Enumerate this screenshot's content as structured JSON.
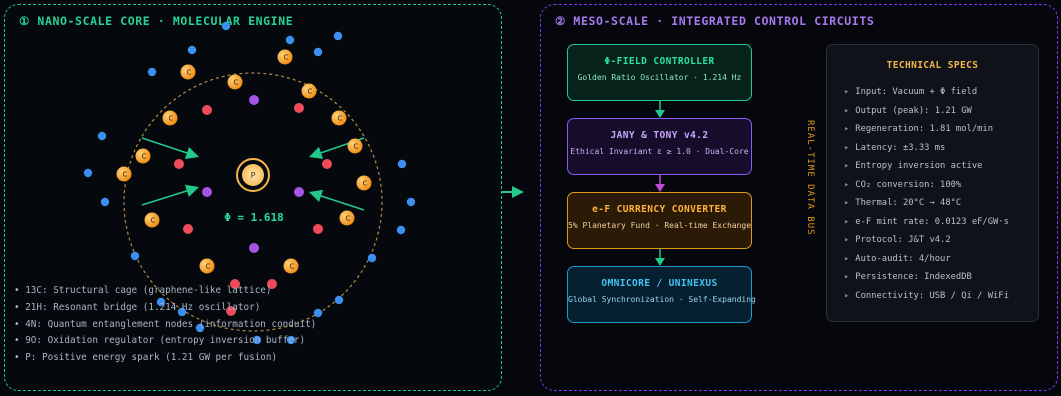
{
  "nano": {
    "title": "① NANO-SCALE CORE · MOLECULAR ENGINE",
    "center_atom": "P",
    "phi_label": "Φ = 1.618",
    "carbon_label": "C",
    "legend": [
      "13C: Structural cage (graphene-like lattice)",
      "21H: Resonant bridge (1.214 Hz oscillator)",
      "4N: Quantum entanglement nodes (information conduit)",
      "9O: Oxidation regulator (entropy inversion buffer)",
      "P: Positive energy spark (1.21 GW per fusion)"
    ],
    "colors": {
      "carbon": "#f5a524",
      "hydrogen": "#3b8ff0",
      "nitrogen": "#a455e8",
      "oxygen": "#ef4c5a",
      "phosphorus": "#f7c56a",
      "accent": "#22c98a"
    }
  },
  "meso": {
    "title": "② MESO-SCALE · INTEGRATED CONTROL CIRCUITS",
    "boxes": [
      {
        "title": "Φ-FIELD CONTROLLER",
        "subtitle": "Golden Ratio Oscillator · 1.214 Hz"
      },
      {
        "title": "JANY & TONY v4.2",
        "subtitle": "Ethical Invariant ε ≥ 1.0 · Dual-Core"
      },
      {
        "title": "e-F CURRENCY CONVERTER",
        "subtitle": "5% Planetary Fund · Real-time Exchange"
      },
      {
        "title": "OMNICORE / UNINEXUS",
        "subtitle": "Global Synchronization · Self-Expanding"
      }
    ],
    "bus_label": "REAL-TIME DATA BUS",
    "specs": {
      "title": "TECHNICAL SPECS",
      "bullet": "▸",
      "items": [
        "Input: Vacuum + Φ field",
        "Output (peak): 1.21 GW",
        "Regeneration: 1.81 mol/min",
        "Latency: ±3.33 ms",
        "Entropy inversion active",
        "CO₂ conversion: 100%",
        "Thermal: 20°C → 48°C",
        "e-F mint rate: 0.0123 eF/GW·s",
        "Protocol: J&T v4.2",
        "Auto-audit: 4/hour",
        "Persistence: IndexedDB",
        "Connectivity: USB / Qi / WiFi"
      ]
    }
  }
}
